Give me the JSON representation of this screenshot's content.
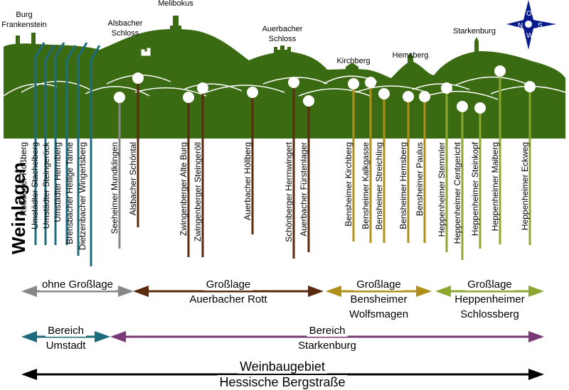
{
  "title": "Weinlagen",
  "hills": [
    {
      "id": "burg-frankenstein",
      "label_lines": [
        "Burg",
        "Frankenstein"
      ]
    },
    {
      "id": "melibokus",
      "label_lines": [
        "Melibokus"
      ]
    },
    {
      "id": "alsbacher-schloss",
      "label_lines": [
        "Alsbacher",
        "Schloss"
      ]
    },
    {
      "id": "auerbacher-schloss",
      "label_lines": [
        "Auerbacher",
        "Schloss"
      ]
    },
    {
      "id": "kirchberg",
      "label_lines": [
        "Kirchberg"
      ]
    },
    {
      "id": "hemsberg",
      "label_lines": [
        "Hemsberg"
      ]
    },
    {
      "id": "starkenburg",
      "label_lines": [
        "Starkenburg"
      ]
    }
  ],
  "compass": {
    "north": "N",
    "east": "O",
    "south": "S",
    "west": "W"
  },
  "vineyards": [
    {
      "name": "Roßdorfer Roßberg",
      "group": "umstadt"
    },
    {
      "name": "Umstädter Stachelberg",
      "group": "umstadt"
    },
    {
      "name": "Umstädter Steingerück",
      "group": "umstadt"
    },
    {
      "name": "Umstädter Herrnberg",
      "group": "umstadt"
    },
    {
      "name": "Brensbacher Heilige Tanne",
      "group": "umstadt"
    },
    {
      "name": "Dietzenbacher Wingertsberg",
      "group": "umstadt"
    },
    {
      "name": "Seeheimer Mundklingen",
      "group": "none"
    },
    {
      "name": "Alsbacher Schöntal",
      "group": "rott"
    },
    {
      "name": "Zwingenberger Alte Burg",
      "group": "rott"
    },
    {
      "name": "Zwingenberger Steingeröll",
      "group": "rott"
    },
    {
      "name": "Auerbacher Höllberg",
      "group": "rott"
    },
    {
      "name": "Schönberger Herrnwingert",
      "group": "rott"
    },
    {
      "name": "Auerbacher Fürstenlager",
      "group": "rott"
    },
    {
      "name": "Bensheimer Kirchberg",
      "group": "wolfsmagen"
    },
    {
      "name": "Bensheimer Kalkgasse",
      "group": "wolfsmagen"
    },
    {
      "name": "Bensheimer Streichling",
      "group": "wolfsmagen"
    },
    {
      "name": "Bensheimer Hemsberg",
      "group": "wolfsmagen"
    },
    {
      "name": "Bensheimer Paulus",
      "group": "wolfsmagen"
    },
    {
      "name": "Heppenheimer Stemmler",
      "group": "schlossberg"
    },
    {
      "name": "Heppenheimer Centgericht",
      "group": "schlossberg"
    },
    {
      "name": "Heppenheimer Steinkopf",
      "group": "schlossberg"
    },
    {
      "name": "Heppenheimer Maiberg",
      "group": "schlossberg"
    },
    {
      "name": "Heppenheimer Eckweg",
      "group": "schlossberg"
    }
  ],
  "grosslagen": [
    {
      "id": "none",
      "lines": [
        "ohne Großlage"
      ],
      "color": "#888888"
    },
    {
      "id": "rott",
      "lines": [
        "Großlage",
        "Auerbacher Rott"
      ],
      "color": "#5c2a0e"
    },
    {
      "id": "wolfsmagen",
      "lines": [
        "Großlage",
        "Bensheimer",
        "Wolfsmagen"
      ],
      "color": "#b09018"
    },
    {
      "id": "schlossberg",
      "lines": [
        "Großlage",
        "Heppenheimer",
        "Schlossberg"
      ],
      "color": "#8ca830"
    }
  ],
  "bereiche": [
    {
      "id": "umstadt",
      "lines": [
        "Bereich",
        "Umstadt"
      ],
      "color": "#1e6b7d"
    },
    {
      "id": "starkenburg",
      "lines": [
        "Bereich",
        "Starkenburg"
      ],
      "color": "#7a3a78"
    }
  ],
  "anbaugebiet": {
    "lines": [
      "Weinbaugebiet",
      "Hessische Bergstraße"
    ],
    "color": "#000000"
  },
  "colors": {
    "hill": "#3a6b12",
    "stamp": "#ffffff",
    "compass": "#0a1b8c"
  }
}
